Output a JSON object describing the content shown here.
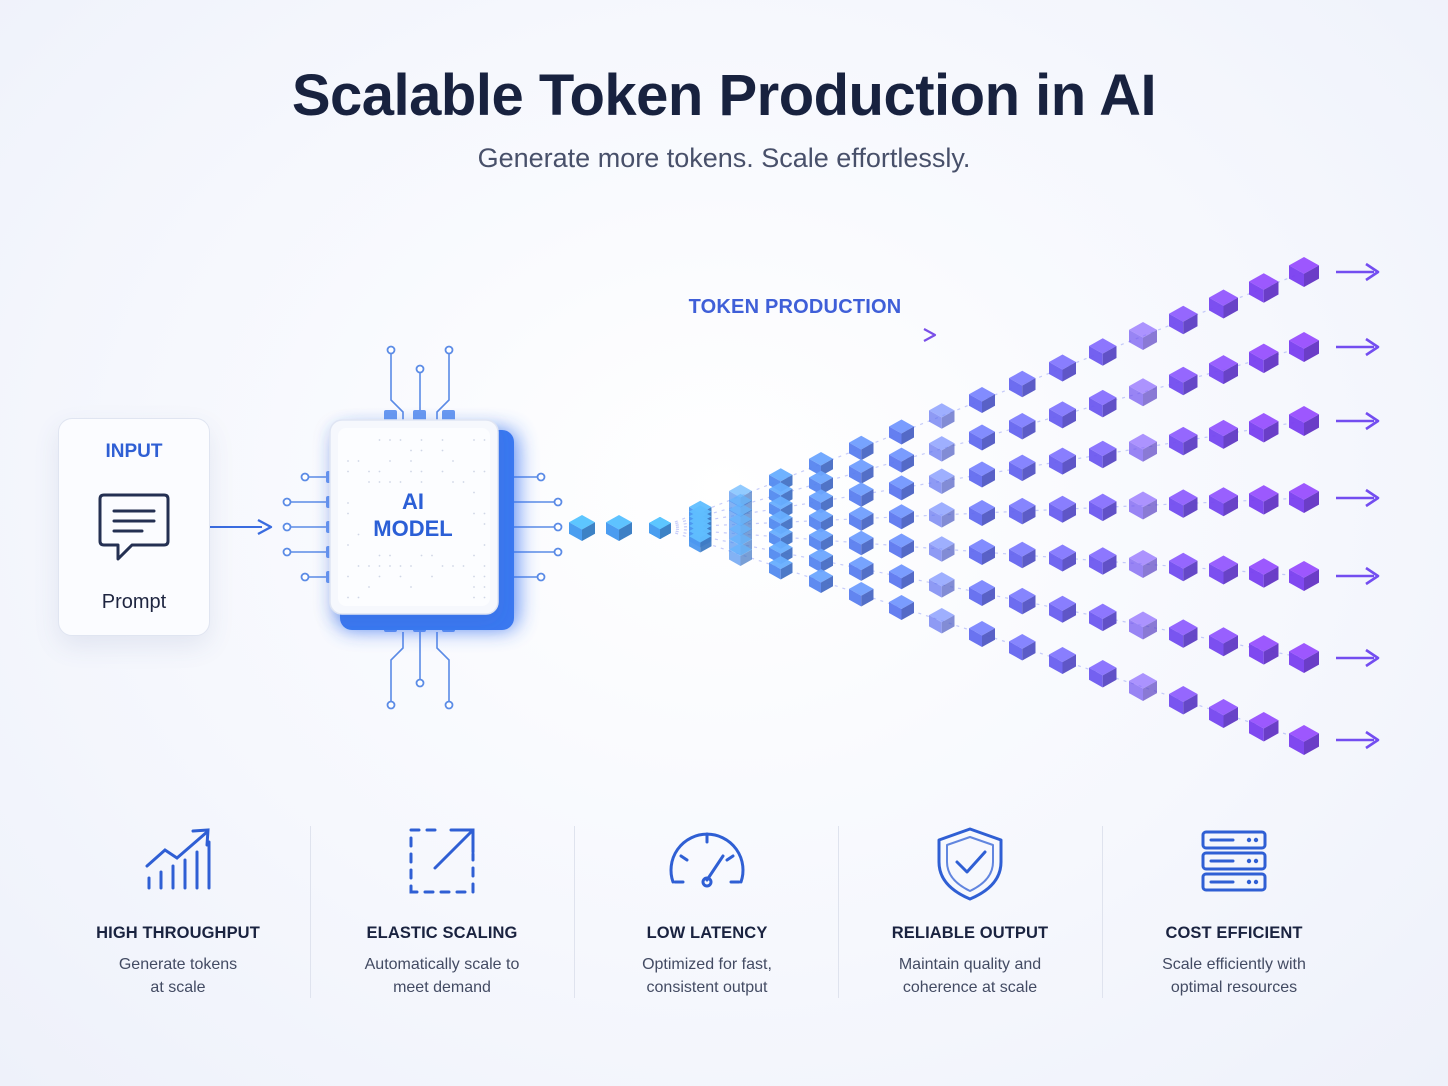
{
  "header": {
    "title": "Scalable Token Production in AI",
    "subtitle": "Generate more tokens. Scale effortlessly."
  },
  "input": {
    "label": "INPUT",
    "caption": "Prompt",
    "icon": "chat-bubble-icon"
  },
  "model": {
    "line1": "AI",
    "line2": "MODEL",
    "icon": "chip-icon"
  },
  "flow": {
    "label": "TOKEN PRODUCTION",
    "stream_count": 7
  },
  "colors": {
    "token_start": "#4a9ef0",
    "token_end": "#7a3ff0",
    "accent": "#2f5fd4",
    "title": "#18223f"
  },
  "features": [
    {
      "icon": "bar-chart-trend-icon",
      "title": "HIGH THROUGHPUT",
      "desc": "Generate tokens\nat scale"
    },
    {
      "icon": "expand-arrow-icon",
      "title": "ELASTIC SCALING",
      "desc": "Automatically scale to\nmeet demand"
    },
    {
      "icon": "speedometer-icon",
      "title": "LOW LATENCY",
      "desc": "Optimized for fast,\nconsistent output"
    },
    {
      "icon": "shield-check-icon",
      "title": "RELIABLE OUTPUT",
      "desc": "Maintain quality and\ncoherence at scale"
    },
    {
      "icon": "server-stack-icon",
      "title": "COST EFFICIENT",
      "desc": "Scale efficiently with\noptimal resources"
    }
  ]
}
